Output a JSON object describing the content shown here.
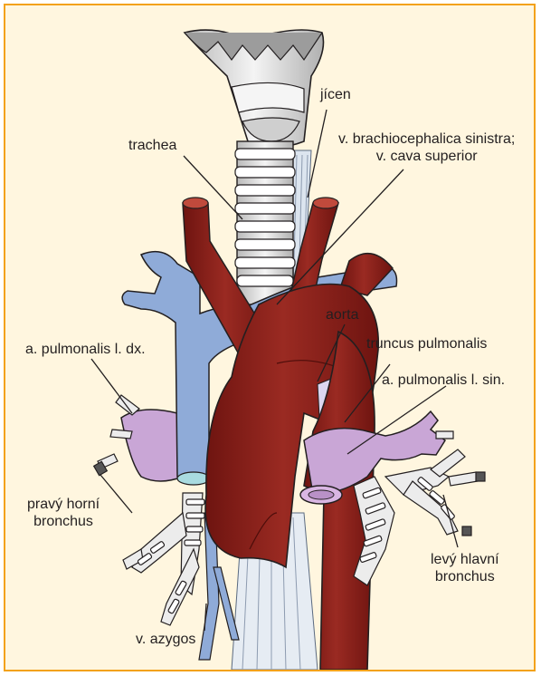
{
  "diagram": {
    "labels": {
      "jicen": "jícen",
      "brachiocephalica": [
        "v. brachiocephalica sinistra;",
        "v. cava superior"
      ],
      "trachea": "trachea",
      "aorta": "aorta",
      "truncus": "truncus pulmonalis",
      "pulm_dx": "a. pulmonalis l. dx.",
      "pulm_sin": "a. pulmonalis l. sin.",
      "pravy_bronchus": [
        "pravý horní",
        "bronchus"
      ],
      "levy_bronchus": [
        "levý hlavní",
        "bronchus"
      ],
      "azygos": "v. azygos"
    }
  },
  "colors": {
    "frame_border": "#f3a21b",
    "background": "#fff6df",
    "artery": "#8b1e1a",
    "vein": "#8eaad6",
    "pulmonary_artery": "#c8a3d4",
    "cartilage": "#e8e8e8",
    "outline": "#231f20"
  }
}
